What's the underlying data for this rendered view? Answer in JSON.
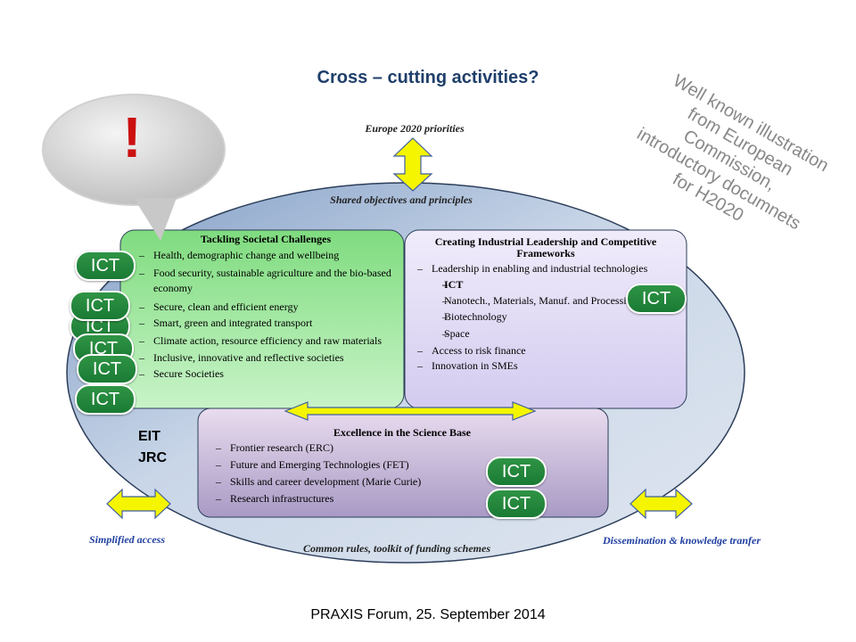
{
  "title": "Cross – cutting activities?",
  "footer": "PRAXIS Forum, 25. September 2014",
  "europe_priorities": "Europe 2020 priorities",
  "shared_objectives": "Shared objectives and principles",
  "common_rules": "Common rules, toolkit of funding schemes",
  "simplified_access": "Simplified access",
  "dissemination": "Dissemination & knowledge tranfer",
  "exclamation": "!",
  "note": [
    "Well known illustration",
    "from European",
    "Commission,",
    "introductory documnets",
    "for H2020"
  ],
  "eit": "EIT",
  "jrc": "JRC",
  "ict_label": "ICT",
  "societal": {
    "title": "Tackling Societal Challenges",
    "items": [
      "Health, demographic change and wellbeing",
      "Food security, sustainable agriculture and the bio-based economy",
      "Secure, clean and efficient energy",
      "Smart, green and integrated transport",
      "Climate action, resource efficiency and raw materials",
      "Inclusive, innovative and reflective societies",
      "Secure Societies"
    ]
  },
  "industrial": {
    "title": "Creating Industrial Leadership and Competitive Frameworks",
    "items": [
      "Leadership in enabling and industrial technologies",
      "ICT",
      "Nanotech., Materials, Manuf. and Processing",
      "Biotechnology",
      "Space",
      "Access to risk finance",
      "Innovation in SMEs"
    ]
  },
  "science": {
    "title": "Excellence in the Science Base",
    "items": [
      "Frontier research (ERC)",
      "Future and Emerging Technologies (FET)",
      "Skills and career development (Marie Curie)",
      "Research infrastructures"
    ]
  },
  "colors": {
    "title": "#1f3f6a",
    "ellipse": "#a8bedb",
    "societal_box": "#a6e8a6",
    "industrial_box": "#e2dcf6",
    "science_box": "#d8c6e2",
    "ict": "#22883c",
    "arrow": "#f5f500"
  }
}
